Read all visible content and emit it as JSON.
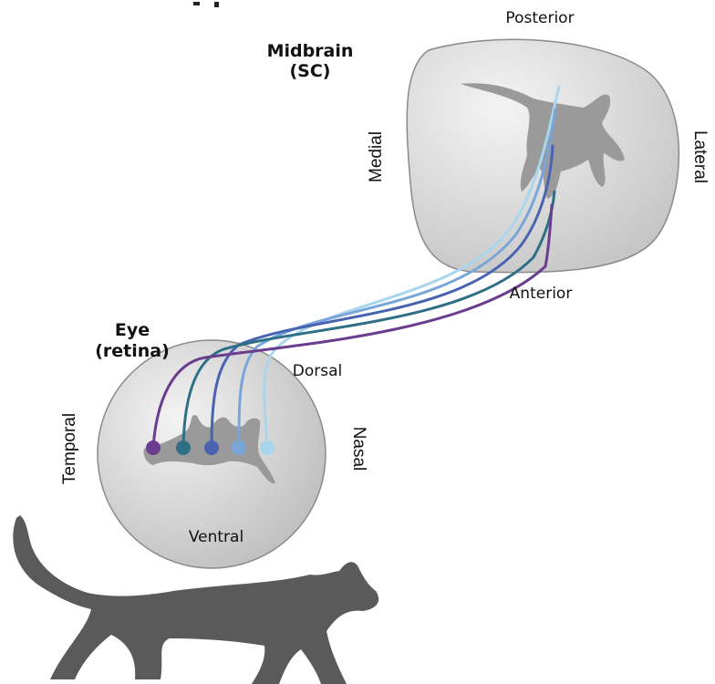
{
  "midbrain": {
    "title_line1": "Midbrain",
    "title_line2": "(SC)",
    "posterior": "Posterior",
    "anterior": "Anterior",
    "medial": "Medial",
    "lateral": "Lateral"
  },
  "eye": {
    "title_line1": "Eye",
    "title_line2": "(retina)",
    "dorsal": "Dorsal",
    "ventral": "Ventral",
    "temporal": "Temporal",
    "nasal": "Nasal"
  },
  "colors": {
    "axon_1": "#6a3d8f",
    "axon_2": "#2f6f86",
    "axon_3": "#4a63b0",
    "axon_4": "#78a6d8",
    "axon_5": "#a9d6ec",
    "cat_silhouette": "#5a5a5a",
    "map_cat": "#9a9a9a"
  }
}
